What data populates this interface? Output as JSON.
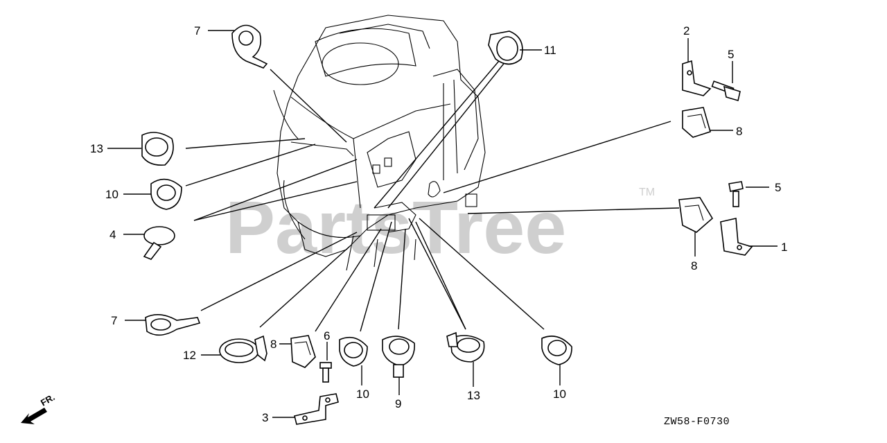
{
  "diagram": {
    "figure_code": "ZW58-F0730",
    "front_indicator": "FR.",
    "watermark": "PartsTree",
    "trademark": "TM",
    "callouts": [
      "7",
      "2",
      "5",
      "11",
      "13",
      "8",
      "10",
      "5",
      "4",
      "1",
      "8",
      "7",
      "6",
      "8",
      "12",
      "10",
      "9",
      "13",
      "10",
      "3"
    ]
  }
}
